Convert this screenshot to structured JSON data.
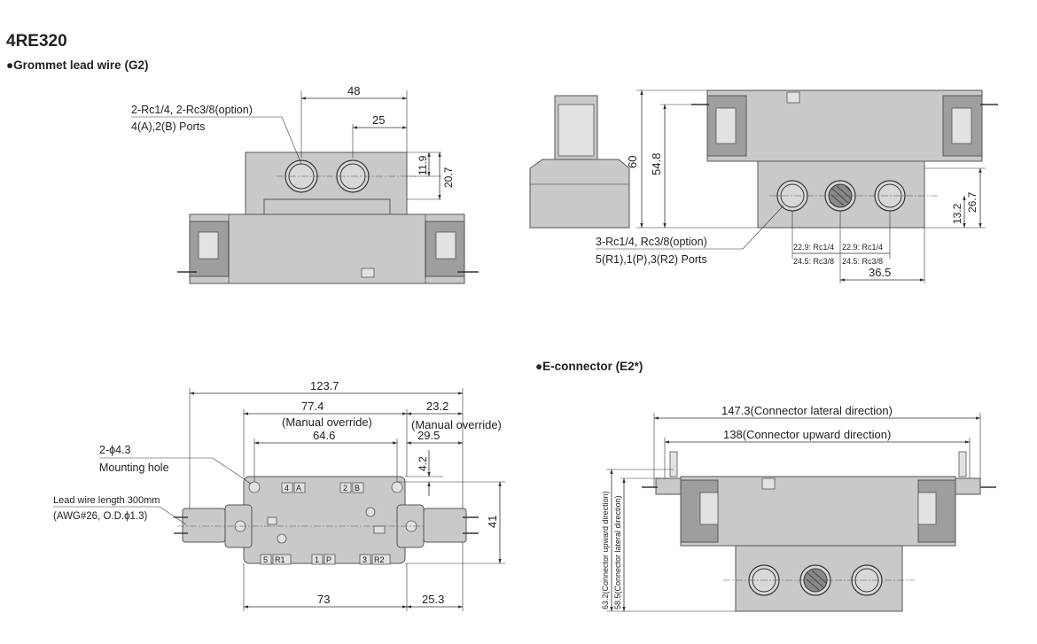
{
  "title": "4RE320",
  "sections": {
    "grommet": "●Grommet lead wire (G2)",
    "econnector": "●E-connector (E2*)"
  },
  "front_view": {
    "dim_48": "48",
    "dim_25": "25",
    "dim_11_9": "11.9",
    "dim_20_7": "20.7",
    "port_label_1": "2-Rc1/4, 2-Rc3/8(option)",
    "port_label_2": "4(A),2(B) Ports"
  },
  "side_view": {
    "dim_60": "60",
    "dim_54_8": "54.8",
    "dim_26_7": "26.7",
    "dim_13_2": "13.2",
    "dim_36_5": "36.5",
    "port_label_1": "3-Rc1/4, Rc3/8(option)",
    "port_label_2": "5(R1),1(P),3(R2) Ports",
    "small_a1": "22.9: Rc1/4",
    "small_a2": "24.5: Rc3/8",
    "small_b1": "22.9: Rc1/4",
    "small_b2": "24.5: Rc3/8"
  },
  "top_view": {
    "dim_123_7": "123.7",
    "dim_77_4": "77.4",
    "dim_77_4_note": "(Manual override)",
    "dim_23_2": "23.2",
    "dim_23_2_note": "(Manual override)",
    "dim_64_6": "64.6",
    "dim_29_5": "29.5",
    "dim_4_2": "4.2",
    "dim_41": "41",
    "dim_73": "73",
    "dim_25_3": "25.3",
    "hole_label_1": "2-ϕ4.3",
    "hole_label_2": "Mounting hole",
    "lead_label_1": "Lead wire length 300mm",
    "lead_label_2": "(AWG#26, O.D.ϕ1.3)",
    "port_marks": [
      "4",
      "A",
      "2",
      "B",
      "5",
      "R1",
      "1",
      "P",
      "3",
      "R2"
    ]
  },
  "econnector_view": {
    "dim_147_3": "147.3(Connector lateral direction)",
    "dim_138": "138(Connector upward direction)",
    "dim_63_2": "63.2(Connector upward direction)",
    "dim_58_5": "58.5(Connector lateral direction)"
  }
}
